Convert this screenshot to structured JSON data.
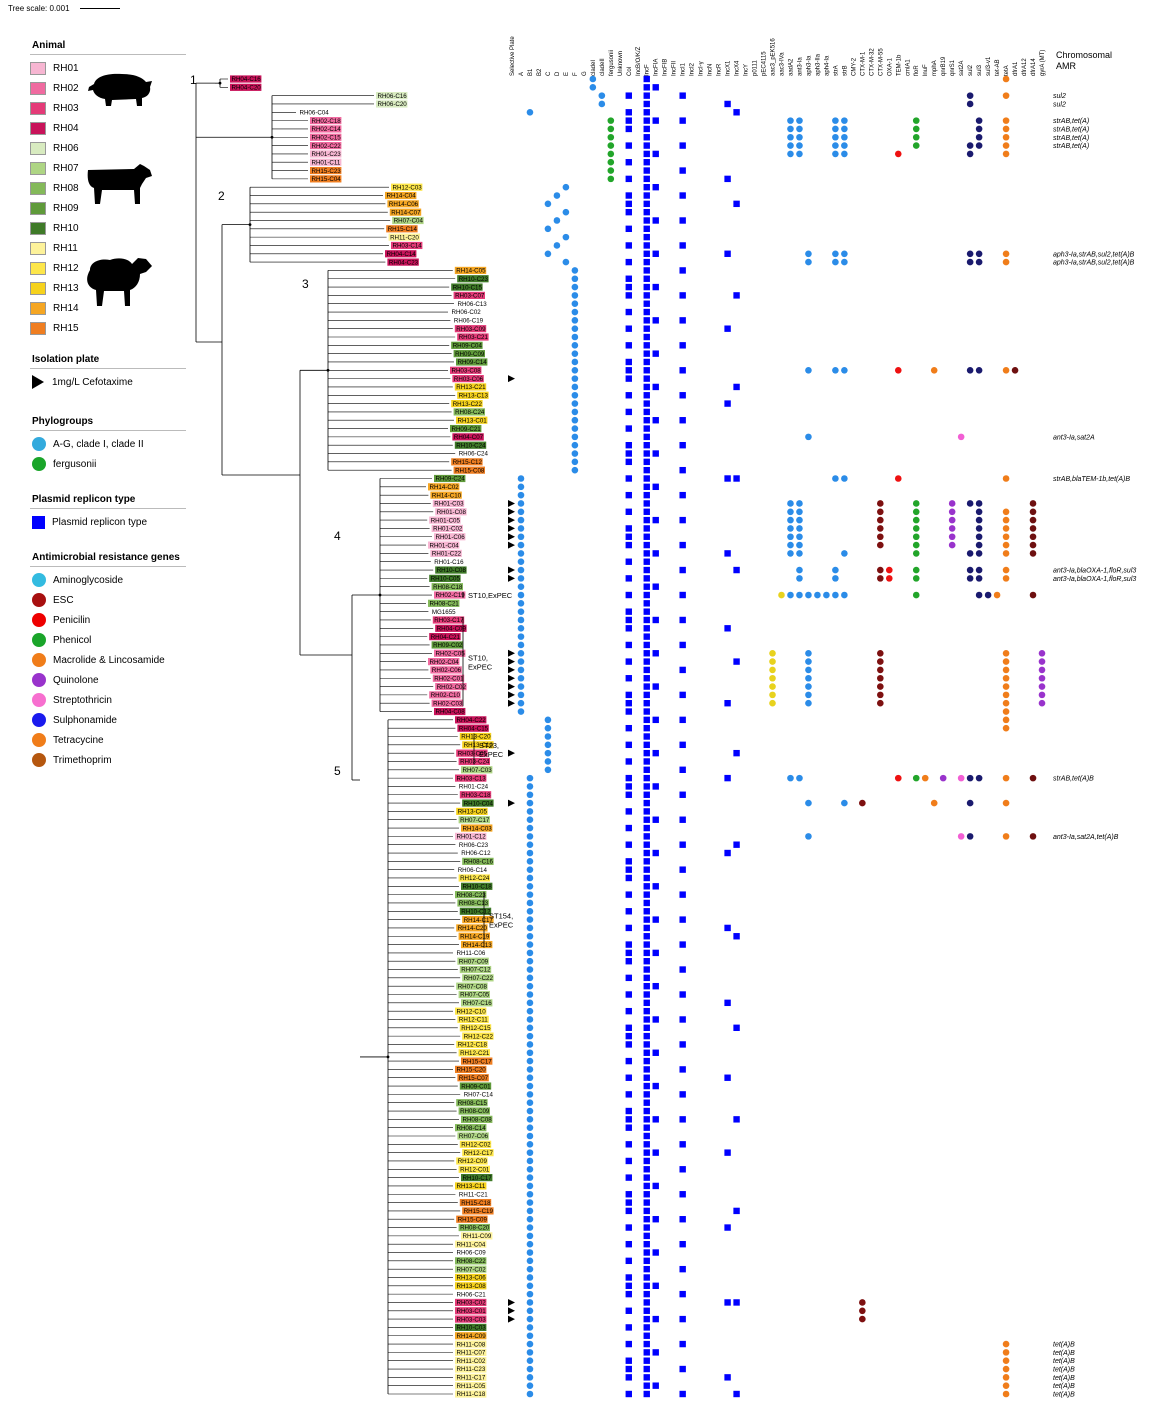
{
  "tree_scale": "Tree scale: 0.001",
  "legend": {
    "animal": {
      "title": "Animal",
      "items": [
        {
          "label": "RH01",
          "color": "#f7b6d2"
        },
        {
          "label": "RH02",
          "color": "#f06ba0"
        },
        {
          "label": "RH03",
          "color": "#e43b78"
        },
        {
          "label": "RH04",
          "color": "#c8135a"
        },
        {
          "label": "RH06",
          "color": "#d8ebc0"
        },
        {
          "label": "RH07",
          "color": "#aed584"
        },
        {
          "label": "RH08",
          "color": "#84b95a"
        },
        {
          "label": "RH09",
          "color": "#5f9a3a"
        },
        {
          "label": "RH10",
          "color": "#3f7a28"
        },
        {
          "label": "RH11",
          "color": "#fdf29a"
        },
        {
          "label": "RH12",
          "color": "#fde64a"
        },
        {
          "label": "RH13",
          "color": "#f6d21d"
        },
        {
          "label": "RH14",
          "color": "#f5a623"
        },
        {
          "label": "RH15",
          "color": "#ef7e21"
        }
      ]
    },
    "isolation": {
      "title": "Isolation plate",
      "items": [
        {
          "label": "1mg/L Cefotaxime"
        }
      ]
    },
    "phylogroups": {
      "title": "Phylogroups",
      "items": [
        {
          "label": "A-G, clade I, clade II",
          "color": "#33aadd"
        },
        {
          "label": "fergusonii",
          "color": "#1aa52a"
        }
      ]
    },
    "plasmid": {
      "title": "Plasmid replicon type",
      "items": [
        {
          "label": "Plasmid replicon type",
          "color": "#0000ff"
        }
      ]
    },
    "amr": {
      "title": "Antimicrobial resistance genes",
      "items": [
        {
          "label": "Aminoglycoside",
          "color": "#33bbe0"
        },
        {
          "label": "ESC",
          "color": "#a81010"
        },
        {
          "label": "Penicilin",
          "color": "#ee0000"
        },
        {
          "label": "Phenicol",
          "color": "#1aa52a"
        },
        {
          "label": "Macrolide & Lincosamide",
          "color": "#f07d1a"
        },
        {
          "label": "Quinolone",
          "color": "#9933cc"
        },
        {
          "label": "Streptothricin",
          "color": "#f76fcf"
        },
        {
          "label": "Sulphonamide",
          "color": "#1a1aee"
        },
        {
          "label": "Tetracycine",
          "color": "#f07d1a"
        },
        {
          "label": "Trimethoprim",
          "color": "#b5570f"
        }
      ]
    }
  },
  "clades": [
    "1",
    "2",
    "3",
    "4",
    "5"
  ],
  "st_labels": [
    "ST10,ExPEC",
    "ST10,\nExPEC",
    "ST23,\nExPEC",
    "ST154,\nExPEC"
  ],
  "columns": [
    "Selective Plate",
    "A",
    "B1",
    "B2",
    "C",
    "D",
    "E",
    "F",
    "G",
    "cladeI",
    "cladeII",
    "fergusonii",
    "Unknown",
    "Col",
    "IncB/O/K/Z",
    "IncF",
    "IncFIA",
    "IncFIB",
    "IncFII",
    "IncI1",
    "IncI2",
    "IncI-γ",
    "IncN",
    "IncR",
    "IncX1",
    "IncX4",
    "IncY",
    "p0111",
    "pEC4115",
    "aac3_pEK516",
    "aac3-IVa",
    "aadA2",
    "ant3-Ia",
    "aph3-Ia",
    "aph3-IIa",
    "aph4-Ia",
    "strA",
    "strB",
    "CMY-2",
    "CTX-M-1",
    "CTX-M-32",
    "CTX-M-55",
    "OXA-1",
    "TEM-1b",
    "cmlA1",
    "floR",
    "lnuF",
    "mphA",
    "qnrB19",
    "qnrS1",
    "sat2A",
    "sul2",
    "sul3",
    "sul3-v1",
    "tet-AB",
    "tetA",
    "dfrA1",
    "dfrA12",
    "dfrA14",
    "gyrA (MT)"
  ],
  "chromosomal_header": "Chromosomal\nAMR",
  "taxa": [
    {
      "n": "RH04-C16",
      "g": "RH04"
    },
    {
      "n": "RH04-C20",
      "g": "RH04"
    },
    {
      "n": "RH06-C16",
      "g": "RH06"
    },
    {
      "n": "RH06-C20",
      "g": "RH06"
    },
    {
      "n": "RH06-C04",
      "g": ""
    },
    {
      "n": "RH02-C18",
      "g": "RH02"
    },
    {
      "n": "RH02-C14",
      "g": "RH02"
    },
    {
      "n": "RH02-C15",
      "g": "RH02"
    },
    {
      "n": "RH02-C22",
      "g": "RH02"
    },
    {
      "n": "RH01-C23",
      "g": "RH01"
    },
    {
      "n": "RH01-C11",
      "g": "RH01"
    },
    {
      "n": "RH15-C23",
      "g": "RH15"
    },
    {
      "n": "RH15-C04",
      "g": "RH15"
    },
    {
      "n": "RH12-C03",
      "g": "RH12"
    },
    {
      "n": "RH14-C04",
      "g": "RH14"
    },
    {
      "n": "RH14-C06",
      "g": "RH14"
    },
    {
      "n": "RH14-C07",
      "g": "RH14"
    },
    {
      "n": "RH07-C04",
      "g": "RH07"
    },
    {
      "n": "RH15-C14",
      "g": "RH15"
    },
    {
      "n": "RH11-C20",
      "g": "RH11"
    },
    {
      "n": "RH03-C14",
      "g": "RH03"
    },
    {
      "n": "RH04-C14",
      "g": "RH04"
    },
    {
      "n": "RH04-C23",
      "g": "RH04"
    },
    {
      "n": "RH14-C05",
      "g": "RH14"
    },
    {
      "n": "RH10-C23",
      "g": "RH10"
    },
    {
      "n": "RH10-C15",
      "g": "RH10"
    },
    {
      "n": "RH03-C07",
      "g": "RH03"
    },
    {
      "n": "RH06-C13",
      "g": ""
    },
    {
      "n": "RH06-C02",
      "g": ""
    },
    {
      "n": "RH06-C19",
      "g": ""
    },
    {
      "n": "RH03-C09",
      "g": "RH03"
    },
    {
      "n": "RH03-C21",
      "g": "RH03"
    },
    {
      "n": "RH09-C04",
      "g": "RH09"
    },
    {
      "n": "RH09-C09",
      "g": "RH09"
    },
    {
      "n": "RH09-C14",
      "g": "RH09"
    },
    {
      "n": "RH03-C08",
      "g": "RH03"
    },
    {
      "n": "RH03-C06",
      "g": "RH03"
    },
    {
      "n": "RH13-C21",
      "g": "RH13"
    },
    {
      "n": "RH13-C13",
      "g": "RH13"
    },
    {
      "n": "RH13-C22",
      "g": "RH13"
    },
    {
      "n": "RH08-C24",
      "g": "RH08"
    },
    {
      "n": "RH13-C01",
      "g": "RH13"
    },
    {
      "n": "RH09-C21",
      "g": "RH09"
    },
    {
      "n": "RH04-C07",
      "g": "RH04"
    },
    {
      "n": "RH10-C24",
      "g": "RH10"
    },
    {
      "n": "RH06-C24",
      "g": ""
    },
    {
      "n": "RH15-C12",
      "g": "RH15"
    },
    {
      "n": "RH15-C08",
      "g": "RH15"
    },
    {
      "n": "RH09-C24",
      "g": "RH09"
    },
    {
      "n": "RH14-C02",
      "g": "RH14"
    },
    {
      "n": "RH14-C10",
      "g": "RH14"
    },
    {
      "n": "RH01-C03",
      "g": "RH01"
    },
    {
      "n": "RH01-C08",
      "g": "RH01"
    },
    {
      "n": "RH01-C05",
      "g": "RH01"
    },
    {
      "n": "RH01-C02",
      "g": "RH01"
    },
    {
      "n": "RH01-C06",
      "g": "RH01"
    },
    {
      "n": "RH01-C04",
      "g": "RH01"
    },
    {
      "n": "RH01-C22",
      "g": "RH01"
    },
    {
      "n": "RH01-C16",
      "g": ""
    },
    {
      "n": "RH10-C08",
      "g": "RH10"
    },
    {
      "n": "RH10-C05",
      "g": "RH10"
    },
    {
      "n": "RH08-C18",
      "g": "RH08"
    },
    {
      "n": "RH02-C19",
      "g": "RH02"
    },
    {
      "n": "RH08-C21",
      "g": "RH08"
    },
    {
      "n": "MG1655",
      "g": ""
    },
    {
      "n": "RH03-C17",
      "g": "RH03"
    },
    {
      "n": "RH04-C09",
      "g": "RH04"
    },
    {
      "n": "RH04-C21",
      "g": "RH04"
    },
    {
      "n": "RH09-C02",
      "g": "RH09"
    },
    {
      "n": "RH02-C05",
      "g": "RH02"
    },
    {
      "n": "RH02-C04",
      "g": "RH02"
    },
    {
      "n": "RH02-C06",
      "g": "RH02"
    },
    {
      "n": "RH02-C01",
      "g": "RH02"
    },
    {
      "n": "RH02-C02",
      "g": "RH02"
    },
    {
      "n": "RH02-C10",
      "g": "RH02"
    },
    {
      "n": "RH02-C03",
      "g": "RH02"
    },
    {
      "n": "RH04-C08",
      "g": "RH04"
    },
    {
      "n": "RH04-C22",
      "g": "RH04"
    },
    {
      "n": "RH04-C15",
      "g": "RH04"
    },
    {
      "n": "RH13-C20",
      "g": "RH13"
    },
    {
      "n": "RH13-C10",
      "g": "RH13"
    },
    {
      "n": "RH03-C05",
      "g": "RH03"
    },
    {
      "n": "RH03-C24",
      "g": "RH03"
    },
    {
      "n": "RH07-C03",
      "g": "RH07"
    },
    {
      "n": "RH03-C13",
      "g": "RH03"
    },
    {
      "n": "RH01-C24",
      "g": ""
    },
    {
      "n": "RH03-C18",
      "g": "RH03"
    },
    {
      "n": "RH10-C04",
      "g": "RH10"
    },
    {
      "n": "RH13-C05",
      "g": "RH13"
    },
    {
      "n": "RH07-C17",
      "g": "RH07"
    },
    {
      "n": "RH14-C03",
      "g": "RH14"
    },
    {
      "n": "RH01-C12",
      "g": "RH01"
    },
    {
      "n": "RH06-C23",
      "g": ""
    },
    {
      "n": "RH06-C12",
      "g": ""
    },
    {
      "n": "RH08-C16",
      "g": "RH08"
    },
    {
      "n": "RH06-C14",
      "g": ""
    },
    {
      "n": "RH12-C24",
      "g": "RH12"
    },
    {
      "n": "RH10-C18",
      "g": "RH10"
    },
    {
      "n": "RH08-C23",
      "g": "RH08"
    },
    {
      "n": "RH08-C13",
      "g": "RH08"
    },
    {
      "n": "RH10-C12",
      "g": "RH10"
    },
    {
      "n": "RH14-C17",
      "g": "RH14"
    },
    {
      "n": "RH14-C20",
      "g": "RH14"
    },
    {
      "n": "RH14-C19",
      "g": "RH14"
    },
    {
      "n": "RH14-C13",
      "g": "RH14"
    },
    {
      "n": "RH11-C06",
      "g": ""
    },
    {
      "n": "RH07-C09",
      "g": "RH07"
    },
    {
      "n": "RH07-C12",
      "g": "RH07"
    },
    {
      "n": "RH07-C22",
      "g": "RH07"
    },
    {
      "n": "RH07-C08",
      "g": "RH07"
    },
    {
      "n": "RH07-C05",
      "g": "RH07"
    },
    {
      "n": "RH07-C16",
      "g": "RH07"
    },
    {
      "n": "RH12-C10",
      "g": "RH12"
    },
    {
      "n": "RH12-C11",
      "g": "RH12"
    },
    {
      "n": "RH12-C15",
      "g": "RH12"
    },
    {
      "n": "RH12-C22",
      "g": "RH12"
    },
    {
      "n": "RH12-C18",
      "g": "RH12"
    },
    {
      "n": "RH12-C21",
      "g": "RH12"
    },
    {
      "n": "RH15-C17",
      "g": "RH15"
    },
    {
      "n": "RH15-C20",
      "g": "RH15"
    },
    {
      "n": "RH15-C07",
      "g": "RH15"
    },
    {
      "n": "RH09-C01",
      "g": "RH09"
    },
    {
      "n": "RH07-C14",
      "g": ""
    },
    {
      "n": "RH08-C15",
      "g": "RH08"
    },
    {
      "n": "RH08-C09",
      "g": "RH08"
    },
    {
      "n": "RH08-C08",
      "g": "RH08"
    },
    {
      "n": "RH08-C14",
      "g": "RH08"
    },
    {
      "n": "RH07-C06",
      "g": "RH07"
    },
    {
      "n": "RH12-C02",
      "g": "RH12"
    },
    {
      "n": "RH12-C17",
      "g": "RH12"
    },
    {
      "n": "RH12-C09",
      "g": "RH12"
    },
    {
      "n": "RH12-C01",
      "g": "RH12"
    },
    {
      "n": "RH10-C17",
      "g": "RH10"
    },
    {
      "n": "RH13-C11",
      "g": "RH13"
    },
    {
      "n": "RH11-C21",
      "g": ""
    },
    {
      "n": "RH15-C18",
      "g": "RH15"
    },
    {
      "n": "RH15-C19",
      "g": "RH15"
    },
    {
      "n": "RH15-C09",
      "g": "RH15"
    },
    {
      "n": "RH08-C20",
      "g": "RH08"
    },
    {
      "n": "RH11-C09",
      "g": "RH11"
    },
    {
      "n": "RH11-C04",
      "g": "RH11"
    },
    {
      "n": "RH06-C09",
      "g": ""
    },
    {
      "n": "RH08-C22",
      "g": "RH08"
    },
    {
      "n": "RH07-C02",
      "g": "RH07"
    },
    {
      "n": "RH13-C06",
      "g": "RH13"
    },
    {
      "n": "RH13-C08",
      "g": "RH13"
    },
    {
      "n": "RH06-C21",
      "g": ""
    },
    {
      "n": "RH03-C02",
      "g": "RH03"
    },
    {
      "n": "RH03-C01",
      "g": "RH03"
    },
    {
      "n": "RH03-C03",
      "g": "RH03"
    },
    {
      "n": "RH10-C03",
      "g": "RH10"
    },
    {
      "n": "RH14-C09",
      "g": "RH14"
    },
    {
      "n": "RH11-C08",
      "g": "RH11"
    },
    {
      "n": "RH11-C07",
      "g": "RH11"
    },
    {
      "n": "RH11-C02",
      "g": "RH11"
    },
    {
      "n": "RH11-C23",
      "g": "RH11"
    },
    {
      "n": "RH11-C17",
      "g": "RH11"
    },
    {
      "n": "RH11-C05",
      "g": "RH11"
    },
    {
      "n": "RH11-C18",
      "g": "RH11"
    }
  ],
  "chromosomal_amr": [
    {
      "row": "RH06-C16",
      "text": "sul2"
    },
    {
      "row": "RH06-C20",
      "text": "sul2"
    },
    {
      "row": "RH02-C18",
      "text": "strAB,tet(A)"
    },
    {
      "row": "RH02-C14",
      "text": "strAB,tet(A)"
    },
    {
      "row": "RH02-C15",
      "text": "strAB,tet(A)"
    },
    {
      "row": "RH02-C22",
      "text": "strAB,tet(A)"
    },
    {
      "row": "RH04-C14",
      "text": "aph3-Ia,strAB,sul2,tet(A)B"
    },
    {
      "row": "RH04-C23",
      "text": "aph3-Ia,strAB,sul2,tet(A)B"
    },
    {
      "row": "RH04-C07",
      "text": "ant3-Ia,sat2A"
    },
    {
      "row": "RH09-C24",
      "text": "strAB,blaTEM-1b,tet(A)B"
    },
    {
      "row": "RH10-C08",
      "text": "ant3-Ia,blaOXA-1,floR,sul3"
    },
    {
      "row": "RH10-C05",
      "text": "ant3-Ia,blaOXA-1,floR,sul3"
    },
    {
      "row": "RH03-C13",
      "text": "strAB,tet(A)B"
    },
    {
      "row": "RH01-C12",
      "text": "ant3-Ia,sat2A,tet(A)B"
    },
    {
      "row": "RH11-C08",
      "text": "tet(A)B"
    },
    {
      "row": "RH11-C07",
      "text": "tet(A)B"
    },
    {
      "row": "RH11-C02",
      "text": "tet(A)B"
    },
    {
      "row": "RH11-C23",
      "text": "tet(A)B"
    },
    {
      "row": "RH11-C17",
      "text": "tet(A)B"
    },
    {
      "row": "RH11-C05",
      "text": "tet(A)B"
    },
    {
      "row": "RH11-C18",
      "text": "tet(A)B"
    }
  ],
  "cefotaxime_rows": [
    "RH03-C06",
    "RH01-C03",
    "RH01-C08",
    "RH01-C05",
    "RH01-C02",
    "RH01-C06",
    "RH01-C04",
    "RH10-C08",
    "RH10-C05",
    "RH02-C05",
    "RH02-C04",
    "RH02-C06",
    "RH02-C01",
    "RH02-C02",
    "RH02-C10",
    "RH02-C03",
    "RH03-C05",
    "RH10-C04",
    "RH03-C02",
    "RH03-C01",
    "RH03-C03"
  ]
}
